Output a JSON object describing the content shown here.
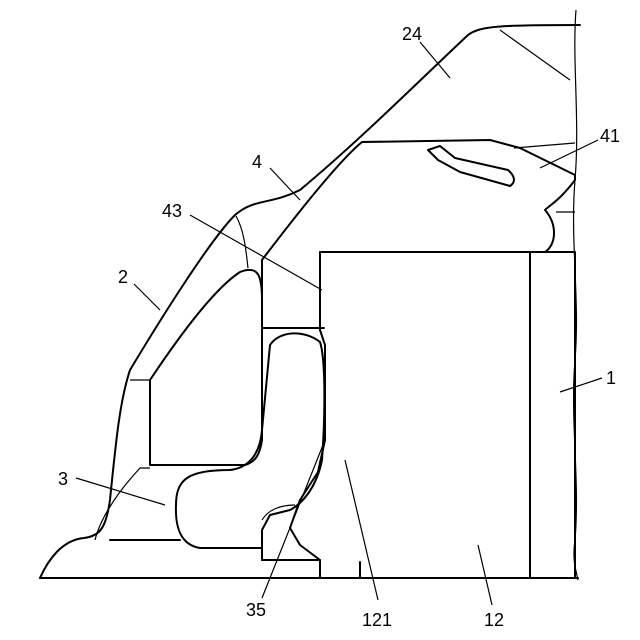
{
  "labels": {
    "l24": "24",
    "l41": "41",
    "l4": "4",
    "l43": "43",
    "l2": "2",
    "l1": "1",
    "l3": "3",
    "l35": "35",
    "l121": "121",
    "l12": "12"
  }
}
